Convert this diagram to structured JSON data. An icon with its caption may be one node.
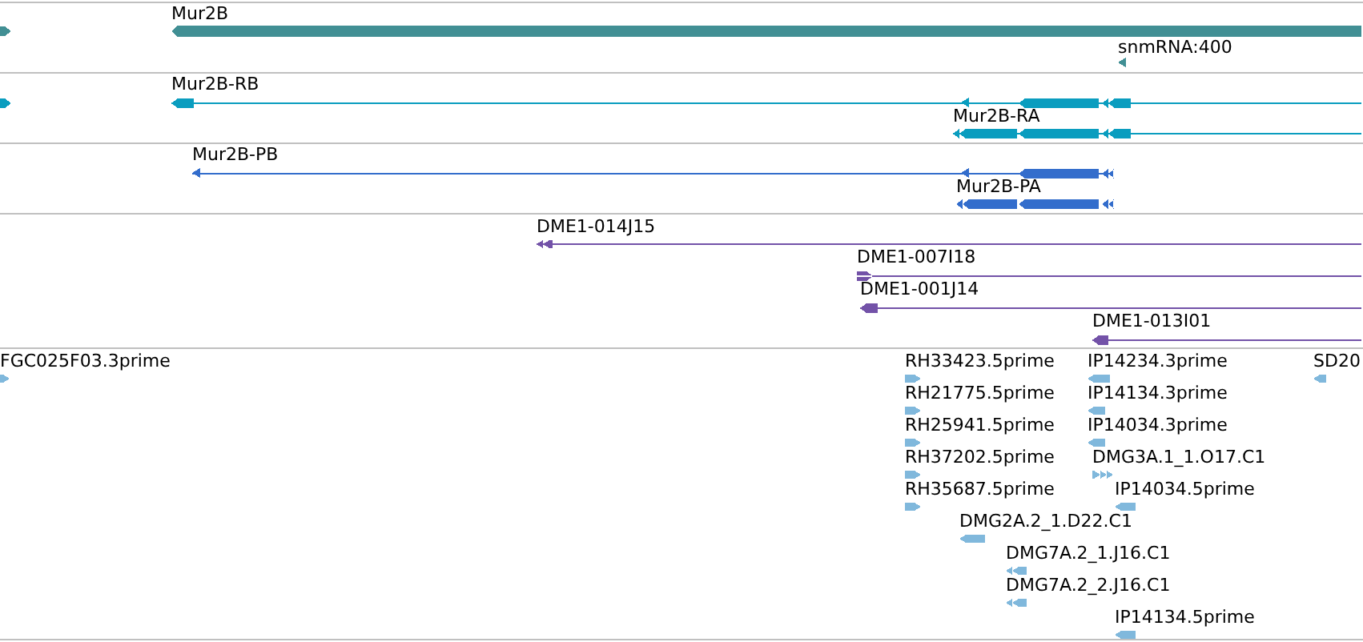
{
  "diagram": {
    "nodes": [
      {
        "text": [],
        "shape": "bar"
      },
      {
        "text": [
          "Mur2B"
        ]
      },
      {
        "text": [
          "snmRNA:400"
        ]
      },
      {
        "text": [],
        "shape": "bar"
      },
      {
        "text": [
          "Mur2B-RB"
        ]
      },
      {
        "text": [
          "Mur2B-RA"
        ]
      },
      {
        "text": [
          "Mur2B-PB"
        ]
      },
      {
        "text": [
          "Mur2B-PA"
        ]
      },
      {
        "text": [
          "DME1-014J15"
        ]
      },
      {
        "text": [
          "DME1-007I18"
        ]
      },
      {
        "text": [
          "DME1-001J14"
        ]
      },
      {
        "text": [
          "DME1-013I01"
        ]
      },
      {
        "text": [
          "FGC025F03.3prime"
        ]
      },
      {
        "text": [
          "RH33423.5prime"
        ]
      },
      {
        "text": [
          "IP14234.3prime"
        ]
      },
      {
        "text": [
          "SD20"
        ]
      },
      {
        "text": [
          "RH21775.5prime"
        ]
      },
      {
        "text": [
          "IP14134.3prime"
        ]
      },
      {
        "text": [
          "RH25941.5prime"
        ]
      },
      {
        "text": [
          "IP14034.3prime"
        ]
      },
      {
        "text": [
          "RH37202.5prime"
        ]
      },
      {
        "text": [
          "DMG3A.1_1.O17.C1"
        ]
      },
      {
        "text": [
          "RH35687.5prime"
        ]
      },
      {
        "text": [
          "IP14034.5prime"
        ]
      },
      {
        "text": [
          "DMG2A.2_1.D22.C1"
        ]
      },
      {
        "text": [
          "DMG7A.2_1.J16.C1"
        ]
      },
      {
        "text": [
          "DMG7A.2_2.J16.C1"
        ]
      },
      {
        "text": [
          "IP14134.5prime"
        ]
      }
    ]
  }
}
